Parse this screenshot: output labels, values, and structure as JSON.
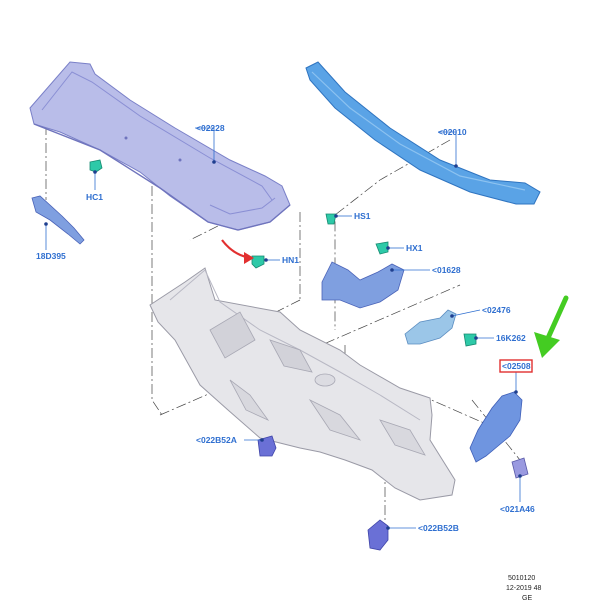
{
  "labels": {
    "cowl_panel": "<02228",
    "seal_strip": "<02010",
    "hc1": "HC1",
    "hn1": "HN1",
    "bracket_18d395": "18D395",
    "hs1": "HS1",
    "hx1": "HX1",
    "part_01628": "<01628",
    "part_02476": "<02476",
    "part_16k262": "16K262",
    "part_02508": "<02508",
    "part_022b52a": "<022B52A",
    "part_022b52b": "<022B52B",
    "part_021a46": "<021A46"
  },
  "footer": {
    "code": "5010120",
    "date": "12-2019 48",
    "region": "GE"
  },
  "colors": {
    "label_blue": "#2f6fd0",
    "cowl_panel_fill": "#b9bde9",
    "seal_strip_fill": "#5aa3e6",
    "dash_panel_fill": "#e6e6ea",
    "bracket_fill": "#7f9fe0",
    "clip_fill": "#2ec9a8",
    "highlight_box": "#e23030",
    "arrow_red": "#e23030",
    "arrow_green": "#44cc22"
  }
}
